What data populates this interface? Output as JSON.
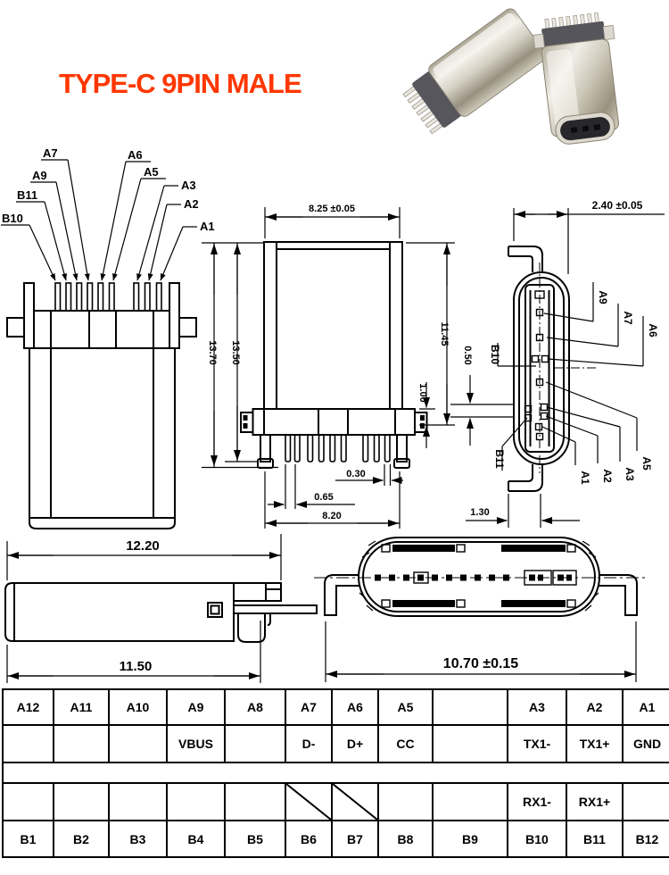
{
  "title": "TYPE-C 9PIN MALE",
  "colors": {
    "accent": "#ff3700",
    "ink": "#000000"
  },
  "photo": {
    "description": "two metal type-c connector samples"
  },
  "front_view": {
    "pin_labels": {
      "a7": "A7",
      "a9": "A9",
      "b11": "B11",
      "b10": "B10",
      "a6": "A6",
      "a5": "A5",
      "a3": "A3",
      "a2": "A2",
      "a1": "A1"
    }
  },
  "side_view": {
    "dims": {
      "width": "8.25 ±0.05",
      "total_height": "13.70",
      "body_height": "13.50",
      "shell_depth": "11.45",
      "step": "1.00",
      "pin_width": "0.30",
      "pin_pitch": "0.65",
      "pin_row_width": "8.20"
    }
  },
  "section_view": {
    "dims": {
      "thickness": "2.40 ±0.05",
      "tongue_offset": "0.50",
      "leg_width": "1.30"
    },
    "pin_labels": {
      "a9": "A9",
      "a7": "A7",
      "a6": "A6",
      "b10": "B10",
      "b11": "B11",
      "a1": "A1",
      "a2": "A2",
      "a3": "A3",
      "a5": "A5"
    }
  },
  "profile_view": {
    "dims": {
      "total_length": "12.20",
      "body_length": "11.50"
    }
  },
  "top_view": {
    "dims": {
      "width": "10.70 ±0.15"
    }
  },
  "pin_table": {
    "row_a": [
      "A12",
      "A11",
      "A10",
      "A9",
      "A8",
      "A7",
      "A6",
      "A5",
      "",
      "A3",
      "A2",
      "A1"
    ],
    "row_a_func": [
      "",
      "",
      "",
      "VBUS",
      "",
      "D-",
      "D+",
      "CC",
      "",
      "TX1-",
      "TX1+",
      "GND"
    ],
    "row_b_func": [
      "",
      "",
      "",
      "",
      "",
      "",
      "",
      "",
      "",
      "RX1-",
      "RX1+",
      ""
    ],
    "row_b": [
      "B1",
      "B2",
      "B3",
      "B4",
      "B5",
      "B6",
      "B7",
      "B8",
      "B9",
      "B10",
      "B11",
      "B12"
    ]
  }
}
